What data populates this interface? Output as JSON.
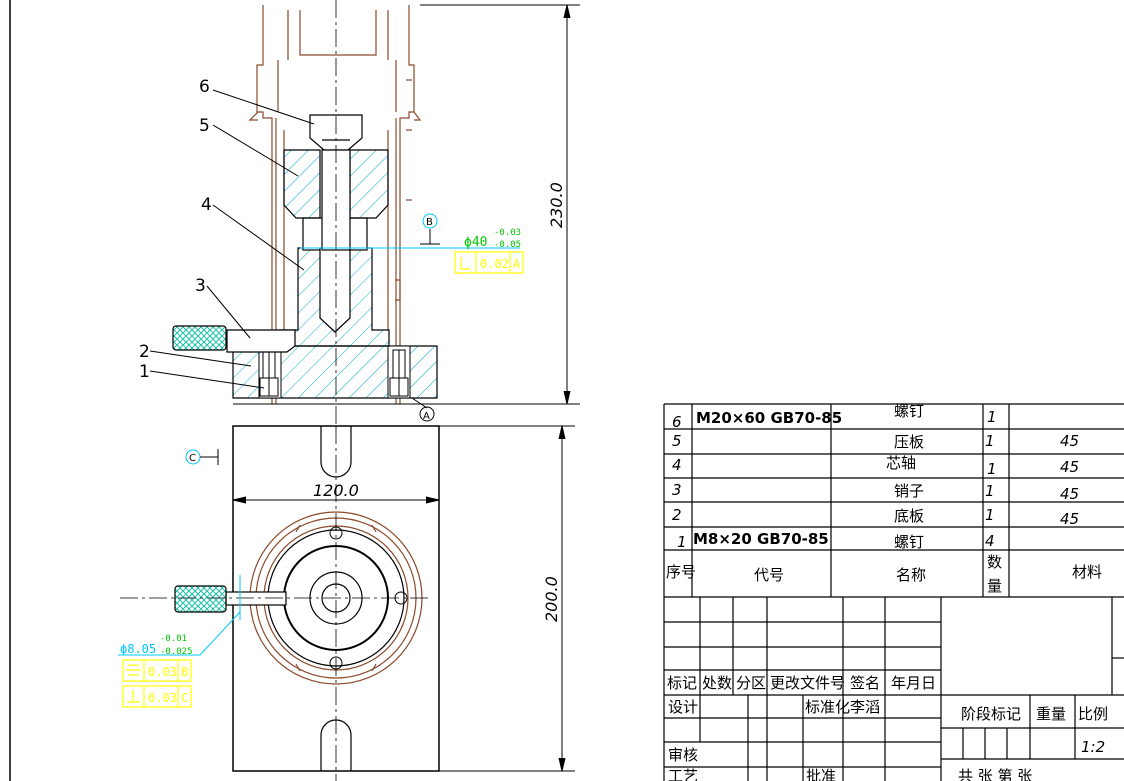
{
  "colors": {
    "outline": "#000000",
    "housing": "#8b4a2c",
    "hatch": "#00a8d0",
    "knurl": "#20c0a8",
    "tolerance": "#ffff00",
    "tolerance_text": "#00c800",
    "leader": "#00c8ff"
  },
  "callouts": {
    "c1": "1",
    "c2": "2",
    "c3": "3",
    "c4": "4",
    "c5": "5",
    "c6": "6"
  },
  "datums": {
    "a": "A",
    "b": "B",
    "c": "C"
  },
  "dimensions": {
    "height_total": "230.0",
    "width_base": "120.0",
    "length_base": "200.0",
    "dia_core": "ϕ40",
    "dia_core_upper": "-0.03",
    "dia_core_lower": "-0.05",
    "dia_pin": "ϕ8.05",
    "dia_pin_upper": "-0.01",
    "dia_pin_lower": "-0.025"
  },
  "tolerances": {
    "core_frame": {
      "value": "0.02",
      "datum": "A"
    },
    "pin_sym": {
      "value": "0.03",
      "datum": "B"
    },
    "pin_perp": {
      "value": "0.03",
      "datum": "C"
    }
  },
  "bom": {
    "rows": [
      {
        "no": "6",
        "code": "M20×60 GB70-85",
        "name": "螺钉",
        "qty": "1",
        "material": ""
      },
      {
        "no": "5",
        "code": "",
        "name": "压板",
        "qty": "1",
        "material": "45"
      },
      {
        "no": "4",
        "code": "",
        "name": "芯轴",
        "qty": "1",
        "material": "45"
      },
      {
        "no": "3",
        "code": "",
        "name": "销子",
        "qty": "1",
        "material": "45"
      },
      {
        "no": "2",
        "code": "",
        "name": "底板",
        "qty": "1",
        "material": "45"
      },
      {
        "no": "1",
        "code": "M8×20 GB70-85",
        "name": "螺钉",
        "qty": "4",
        "material": ""
      }
    ],
    "header": {
      "no": "序号",
      "code": "代号",
      "name": "名称",
      "qty_1": "数",
      "qty_2": "量",
      "material": "材料"
    }
  },
  "title_block": {
    "mark": "标记",
    "count": "处数",
    "zone": "分区",
    "doc": "更改文件号",
    "sign": "签名",
    "date": "年月日",
    "design": "设计",
    "standard": "标准化",
    "designer": "李滔",
    "stage": "阶段标记",
    "weight": "重量",
    "scale_label": "比例",
    "scale": "1:2",
    "review": "审核",
    "process": "工艺",
    "approve": "批准",
    "sheets": "共    张 第    张"
  }
}
